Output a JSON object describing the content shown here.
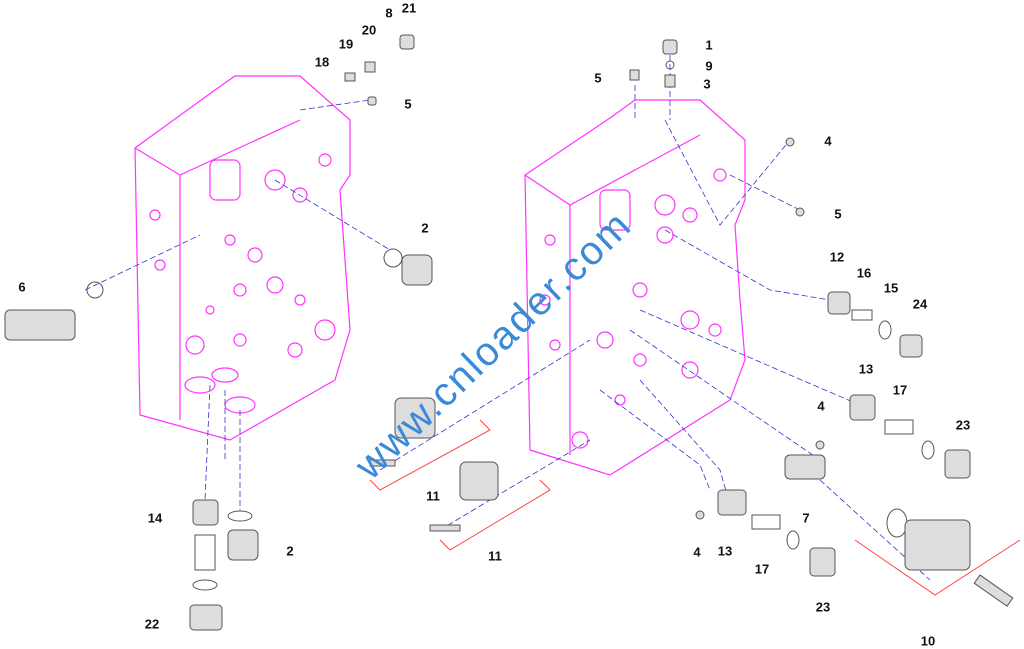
{
  "title": "Main control valve exploded parts diagram",
  "colors": {
    "body": "#ff33ff",
    "leader": "#3333cc",
    "bracket": "#ff4444",
    "part": "#555555"
  },
  "watermark": "www.cnloader.com",
  "labels": {
    "l21": "21",
    "l8": "8",
    "l20": "20",
    "l19": "19",
    "l18": "18",
    "l5a": "5",
    "l2a": "2",
    "l6": "6",
    "l14": "14",
    "l2b": "2",
    "l22": "22",
    "l1": "1",
    "l9": "9",
    "l5b": "5",
    "l3": "3",
    "l4a": "4",
    "l5c": "5",
    "l12": "12",
    "l16": "16",
    "l15": "15",
    "l24": "24",
    "l13a": "13",
    "l17a": "17",
    "l23a": "23",
    "l4b": "4",
    "l7": "7",
    "l11a": "11",
    "l11b": "11",
    "l4c": "4",
    "l13b": "13",
    "l17b": "17",
    "l23b": "23",
    "l10": "10"
  }
}
